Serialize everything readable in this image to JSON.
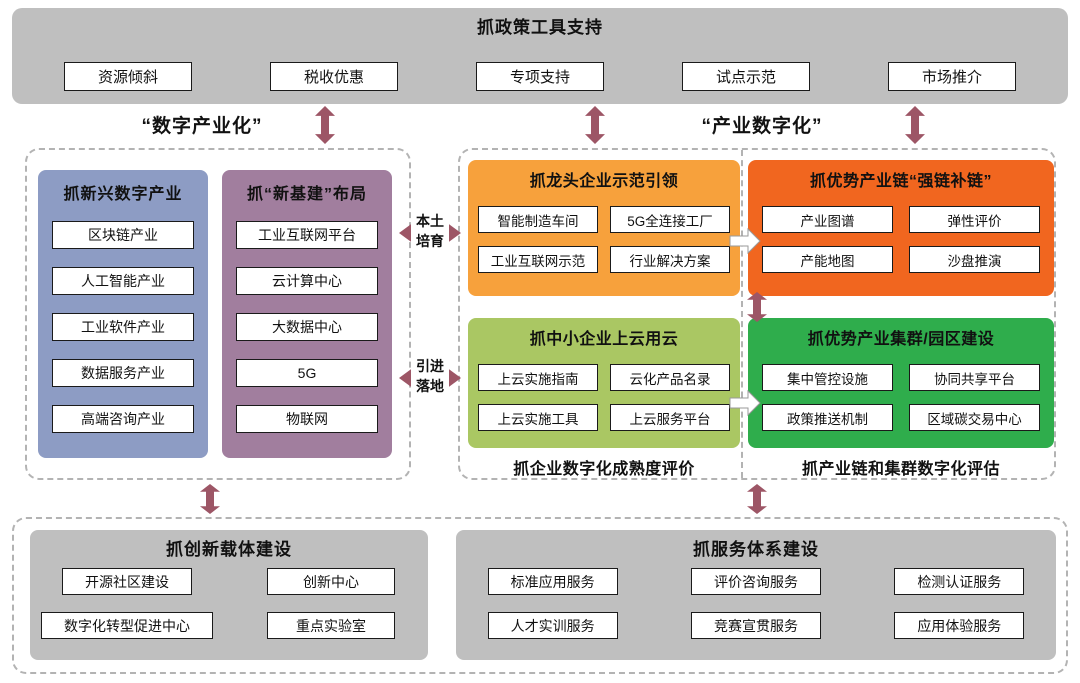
{
  "colors": {
    "panel_gray": "#bfbfbf",
    "arrow": "#9d5666",
    "blue": "#8d9cc4",
    "mauve": "#a17e9e",
    "orange": "#f7a13c",
    "dark_orange": "#f1661f",
    "light_green": "#aac763",
    "green": "#2fad4c",
    "box_border": "#1a1a1a",
    "dashed_border": "#b3b3b3"
  },
  "top": {
    "title": "抓政策工具支持",
    "items": [
      "资源倾斜",
      "税收优惠",
      "专项支持",
      "试点示范",
      "市场推介"
    ]
  },
  "section_labels": {
    "left": "“数字产业化”",
    "right": "“产业数字化”"
  },
  "left_panel": {
    "columns": [
      {
        "title": "抓新兴数字产业",
        "items": [
          "区块链产业",
          "人工智能产业",
          "工业软件产业",
          "数据服务产业",
          "高端咨询产业"
        ]
      },
      {
        "title": "抓“新基建”布局",
        "items": [
          "工业互联网平台",
          "云计算中心",
          "大数据中心",
          "5G",
          "物联网"
        ]
      }
    ]
  },
  "connectors": {
    "top_label": "本土培育",
    "bottom_label": "引进落地"
  },
  "right_panel": {
    "quadrants": [
      {
        "title": "抓龙头企业示范引领",
        "items": [
          "智能制造车间",
          "5G全连接工厂",
          "工业互联网示范",
          "行业解决方案"
        ]
      },
      {
        "title": "抓优势产业链“强链补链”",
        "items": [
          "产业图谱",
          "弹性评价",
          "产能地图",
          "沙盘推演"
        ]
      },
      {
        "title": "抓中小企业上云用云",
        "items": [
          "上云实施指南",
          "云化产品名录",
          "上云实施工具",
          "上云服务平台"
        ]
      },
      {
        "title": "抓优势产业集群/园区建设",
        "items": [
          "集中管控设施",
          "协同共享平台",
          "政策推送机制",
          "区域碳交易中心"
        ]
      }
    ],
    "footers": [
      "抓企业数字化成熟度评价",
      "抓产业链和集群数字化评估"
    ]
  },
  "bottom": {
    "left": {
      "title": "抓创新载体建设",
      "items": [
        "开源社区建设",
        "创新中心",
        "数字化转型促进中心",
        "重点实验室"
      ]
    },
    "right": {
      "title": "抓服务体系建设",
      "items": [
        "标准应用服务",
        "评价咨询服务",
        "检测认证服务",
        "人才实训服务",
        "竞赛宣贯服务",
        "应用体验服务"
      ]
    }
  }
}
